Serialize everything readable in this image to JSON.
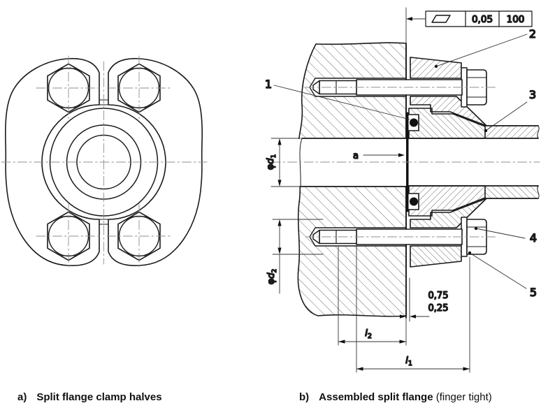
{
  "drawing": {
    "colors": {
      "ink": "#1a1a1a",
      "thin": "#333333",
      "centerline": "#8f8f8f",
      "oring": "#111111"
    },
    "caption_a": {
      "prefix": "a)",
      "title": "Split flange clamp halves"
    },
    "caption_b": {
      "prefix": "b)",
      "title": "Assembled split flange",
      "note": " (finger tight)"
    },
    "tolerance_frame": {
      "characteristic": "flatness",
      "tolerance": "0,05",
      "reference_length": "100"
    },
    "surface_label": "a",
    "callouts": [
      {
        "num": "1",
        "part": "o-ring"
      },
      {
        "num": "2",
        "part": "clamp-half"
      },
      {
        "num": "3",
        "part": "flanged-tube"
      },
      {
        "num": "4",
        "part": "bolt"
      },
      {
        "num": "5",
        "part": "washer"
      }
    ],
    "dimensions": {
      "d1": {
        "prefix": "φ",
        "letter": "d",
        "sub": "1"
      },
      "d2": {
        "prefix": "φ",
        "letter": "d",
        "sub": "2"
      },
      "l1": {
        "letter": "l",
        "sub": "1"
      },
      "l2": {
        "letter": "l",
        "sub": "2"
      },
      "gap": {
        "upper": "0,75",
        "lower": "0,25"
      }
    }
  }
}
